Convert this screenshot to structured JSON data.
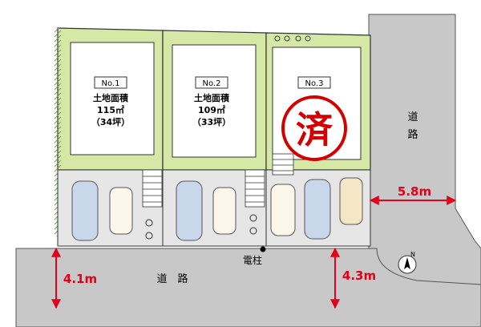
{
  "lots": [
    {
      "no_label": "No.1",
      "area_title": "土地面積",
      "area_m2": "115㎡",
      "area_tsubo": "（34坪）",
      "status": ""
    },
    {
      "no_label": "No.2",
      "area_title": "土地面積",
      "area_m2": "109㎡",
      "area_tsubo": "（33坪）",
      "status": ""
    },
    {
      "no_label": "No.3",
      "area_title": "",
      "area_m2": "",
      "area_tsubo": "",
      "status": "済"
    }
  ],
  "roads": {
    "east_label_1": "道",
    "east_label_2": "路",
    "south_label": "道　路"
  },
  "measurements": {
    "east_road_width": "5.8m",
    "south_road_left": "4.1m",
    "south_road_right": "4.3m"
  },
  "utility_pole_label": "電柱",
  "compass_label": "N",
  "colors": {
    "garden_green": "#d6e8a6",
    "road_gray": "#c8c8c8",
    "driveway_gray": "#e6e6e6",
    "dimension_red": "#e2001a",
    "sold_stamp_red": "#d40000"
  },
  "icons": {
    "compass": "north-arrow-icon",
    "pole": "utility-pole-icon",
    "bicycle": "bicycle-icon"
  }
}
